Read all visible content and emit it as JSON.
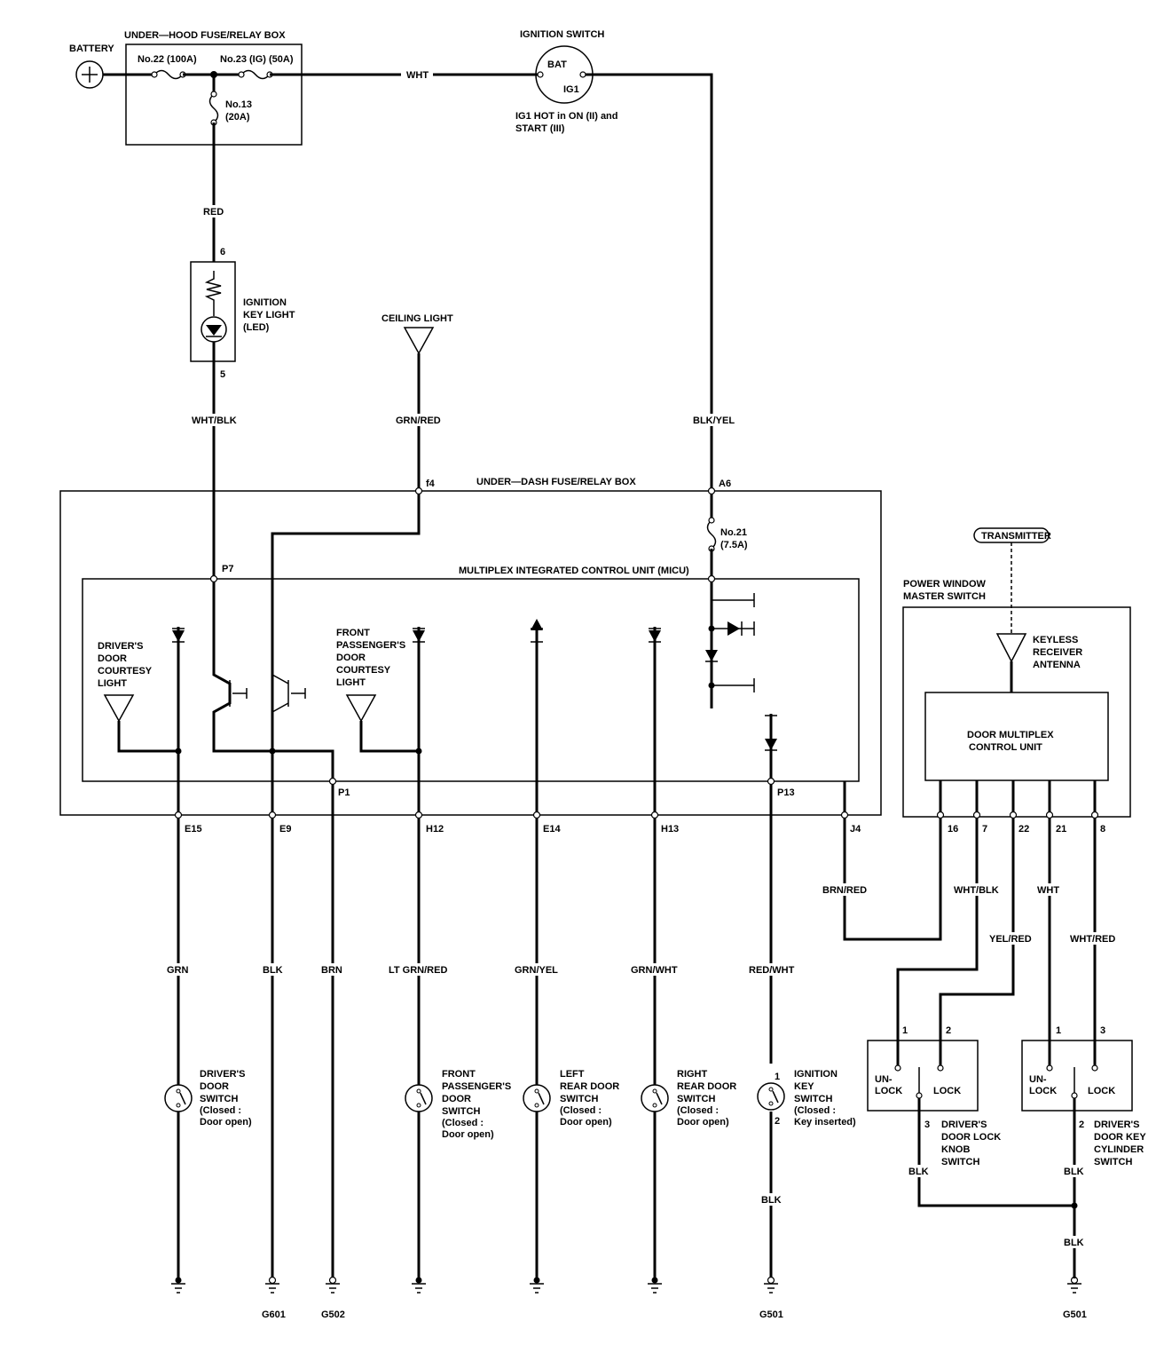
{
  "battery": "BATTERY",
  "under_hood_box": {
    "title": "UNDER—HOOD FUSE/RELAY BOX",
    "fuse22": "No.22 (100A)",
    "fuse23": "No.23 (IG) (50A)",
    "fuse13_a": "No.13",
    "fuse13_b": "(20A)"
  },
  "ignition_switch": {
    "title": "IGNITION SWITCH",
    "bat": "BAT",
    "ig1": "IG1",
    "note_a": "IG1 HOT in ON (II) and",
    "note_b": "START (III)"
  },
  "ignition_key_light": {
    "line1": "IGNITION",
    "line2": "KEY LIGHT",
    "line3": "(LED)",
    "pin_top": "6",
    "pin_bottom": "5"
  },
  "ceiling_light": "CEILING LIGHT",
  "under_dash_box": {
    "title": "UNDER—DASH FUSE/RELAY BOX",
    "fuse21_a": "No.21",
    "fuse21_b": "(7.5A)"
  },
  "micu": "MULTIPLEX INTEGRATED CONTROL UNIT (MICU)",
  "transmitter": "TRANSMITTER",
  "pwms": {
    "line1": "POWER WINDOW",
    "line2": "MASTER SWITCH"
  },
  "keyless": {
    "line1": "KEYLESS",
    "line2": "RECEIVER",
    "line3": "ANTENNA"
  },
  "door_mux": {
    "line1": "DOOR MULTIPLEX",
    "line2": "CONTROL UNIT"
  },
  "courtesy_driver": [
    "DRIVER'S",
    "DOOR",
    "COURTESY",
    "LIGHT"
  ],
  "courtesy_passenger": [
    "FRONT",
    "PASSENGER'S",
    "DOOR",
    "COURTESY",
    "LIGHT"
  ],
  "wires": {
    "wht": "WHT",
    "red": "RED",
    "wht_blk": "WHT/BLK",
    "grn_red": "GRN/RED",
    "blk_yel": "BLK/YEL",
    "grn": "GRN",
    "blk": "BLK",
    "brn": "BRN",
    "lt_grn_red": "LT GRN/RED",
    "grn_yel": "GRN/YEL",
    "grn_wht": "GRN/WHT",
    "red_wht": "RED/WHT",
    "brn_red": "BRN/RED",
    "wht_blk2": "WHT/BLK",
    "yel_red": "YEL/RED",
    "wht2": "WHT",
    "wht_red": "WHT/RED",
    "blk_ign": "BLK",
    "blk_knob": "BLK",
    "blk_cyl": "BLK",
    "blk_g501": "BLK"
  },
  "pins": {
    "f4": "f4",
    "a6": "A6",
    "p7": "P7",
    "p1": "P1",
    "p13": "P13",
    "e15": "E15",
    "e9": "E9",
    "h12": "H12",
    "e14": "E14",
    "h13": "H13",
    "j4": "J4",
    "p16": "16",
    "p7b": "7",
    "p22": "22",
    "p21": "21",
    "p8": "8"
  },
  "switches": {
    "driver_door": [
      "DRIVER'S",
      "DOOR",
      "SWITCH",
      "(Closed :",
      "Door open)"
    ],
    "front_pass_door": [
      "FRONT",
      "PASSENGER'S",
      "DOOR",
      "SWITCH",
      "(Closed :",
      "Door open)"
    ],
    "left_rear_door": [
      "LEFT",
      "REAR DOOR",
      "SWITCH",
      "(Closed :",
      "Door open)"
    ],
    "right_rear_door": [
      "RIGHT",
      "REAR DOOR",
      "SWITCH",
      "(Closed :",
      "Door open)"
    ],
    "ign_key_switch": [
      "IGNITION",
      "KEY",
      "SWITCH",
      "(Closed :",
      "Key inserted)"
    ],
    "ign_key_pin1": "1",
    "ign_key_pin2": "2"
  },
  "knob_switch": {
    "pin1": "1",
    "pin2": "2",
    "pin3": "3",
    "unlock_a": "UN-",
    "unlock_b": "LOCK",
    "lock": "LOCK",
    "name": [
      "DRIVER'S",
      "DOOR LOCK",
      "KNOB",
      "SWITCH"
    ]
  },
  "cyl_switch": {
    "pin1": "1",
    "pin3": "3",
    "pin2": "2",
    "unlock_a": "UN-",
    "unlock_b": "LOCK",
    "lock": "LOCK",
    "name": [
      "DRIVER'S",
      "DOOR KEY",
      "CYLINDER",
      "SWITCH"
    ]
  },
  "grounds": {
    "g601": "G601",
    "g502": "G502",
    "g501a": "G501",
    "g501b": "G501"
  }
}
